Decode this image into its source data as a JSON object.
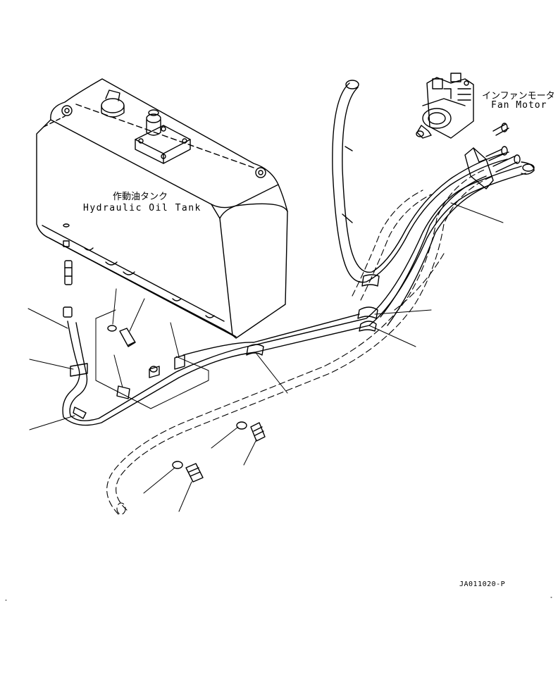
{
  "labels": {
    "tank_jp": "作動油タンク",
    "tank_en": "Hydraulic Oil Tank",
    "motor_jp": "インファンモータ",
    "motor_en": "Fan Motor",
    "drawing_number": "JA011020-P"
  },
  "colors": {
    "line": "#000000",
    "background": "#ffffff"
  }
}
